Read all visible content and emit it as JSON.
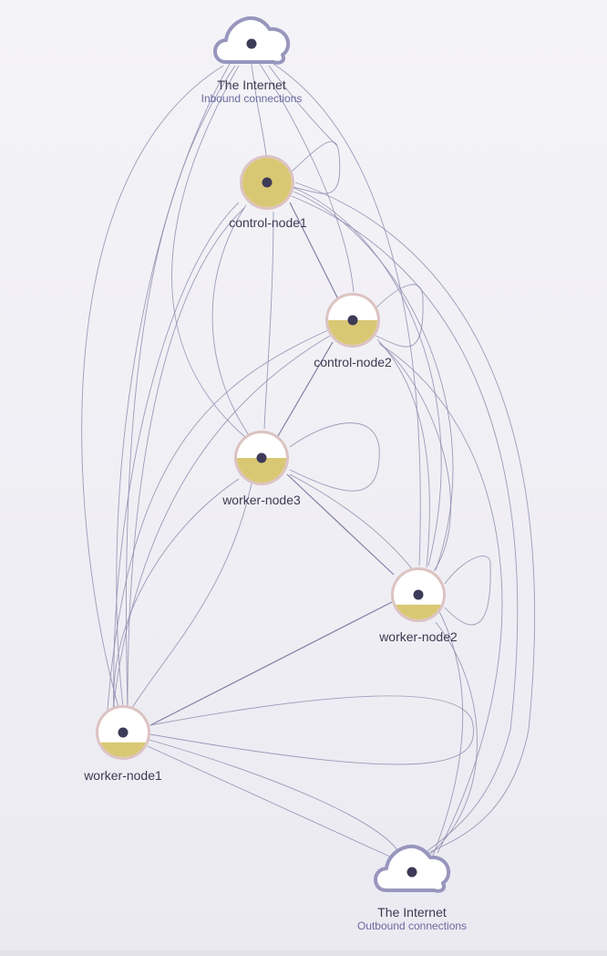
{
  "nodes": {
    "internet_in": {
      "title": "The Internet",
      "subtitle": "Inbound connections",
      "icon": "cloud-icon"
    },
    "control1": {
      "label": "control-node1",
      "fill": 1.0
    },
    "control2": {
      "label": "control-node2",
      "fill": 0.5
    },
    "worker3": {
      "label": "worker-node3",
      "fill": 0.5
    },
    "worker2": {
      "label": "worker-node2",
      "fill": 0.3
    },
    "worker1": {
      "label": "worker-node1",
      "fill": 0.3
    },
    "internet_out": {
      "title": "The Internet",
      "subtitle": "Outbound connections",
      "icon": "cloud-icon"
    }
  },
  "colors": {
    "fill": "#d9c873",
    "ring": "#dcc3c2",
    "core": "#ffffff",
    "dot": "#3d3b58",
    "cloud_stroke": "#9896bd",
    "edge": "#8e8cae"
  }
}
